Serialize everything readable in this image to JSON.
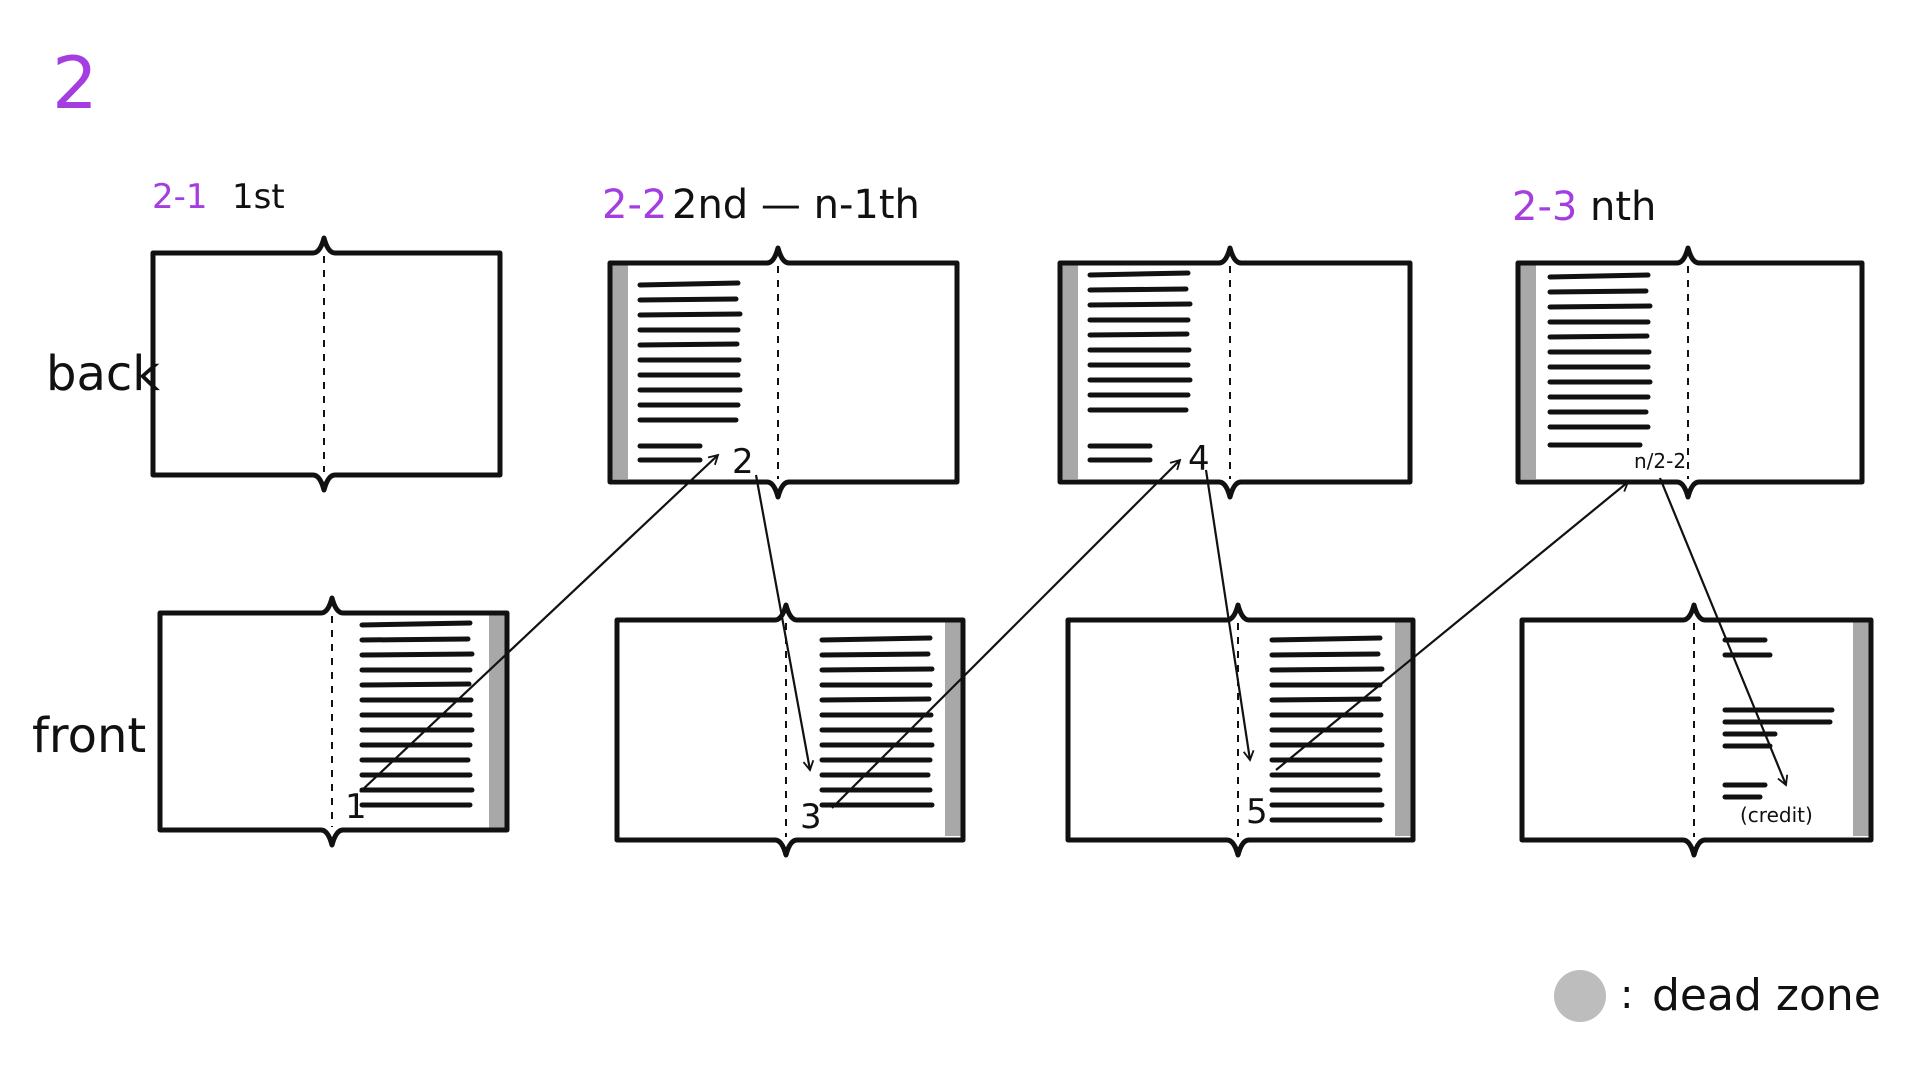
{
  "page_number": "2",
  "row_labels": {
    "back": "back",
    "front": "front"
  },
  "section_headers": [
    {
      "tag": "2-1",
      "label": "1st"
    },
    {
      "tag": "2-2",
      "label": "2nd — n-1th"
    },
    {
      "tag": "2-3",
      "label": "nth"
    }
  ],
  "spread_markers": [
    "1",
    "2",
    "3",
    "4",
    "5",
    "n/2-2"
  ],
  "credit_note": "(credit)",
  "legend": {
    "separator": ":",
    "label": "dead zone"
  },
  "colors": {
    "accent": "#a43ee0",
    "ink": "#111111",
    "dead_zone": "#a8a8a8",
    "legend_dot": "#bdbdbd"
  }
}
